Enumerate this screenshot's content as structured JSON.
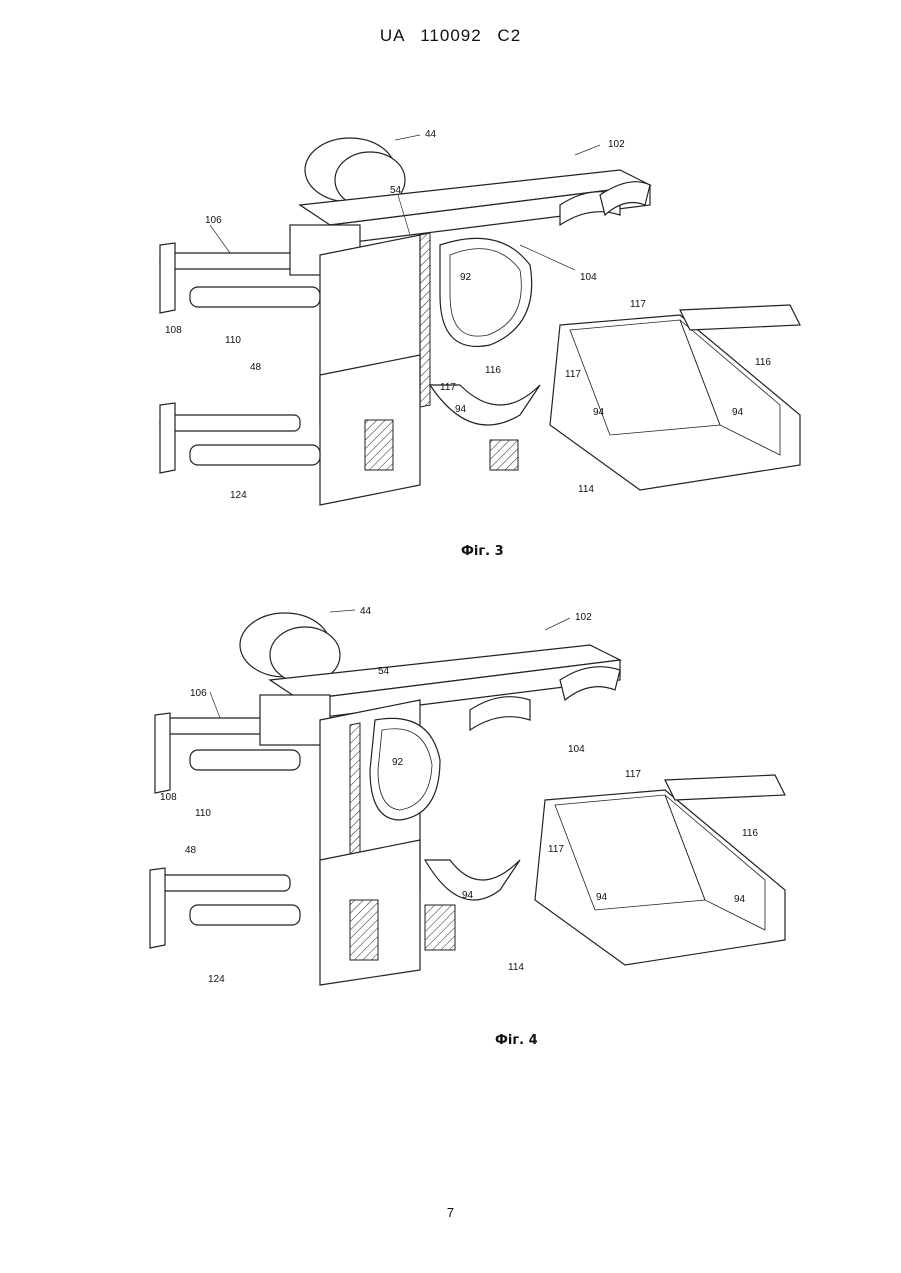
{
  "header": {
    "text": "UA   110092   C2"
  },
  "figure3": {
    "caption": "Фіг. 3",
    "labels": [
      "44",
      "102",
      "106",
      "54",
      "92",
      "104",
      "108",
      "110",
      "117",
      "116",
      "48",
      "117",
      "116",
      "94",
      "117",
      "94",
      "94",
      "124",
      "114"
    ]
  },
  "figure4": {
    "caption": "Фіг. 4",
    "labels": [
      "44",
      "102",
      "106",
      "54",
      "92",
      "104",
      "108",
      "110",
      "117",
      "116",
      "48",
      "117",
      "94",
      "94",
      "94",
      "124",
      "114"
    ]
  },
  "page_number": "7"
}
